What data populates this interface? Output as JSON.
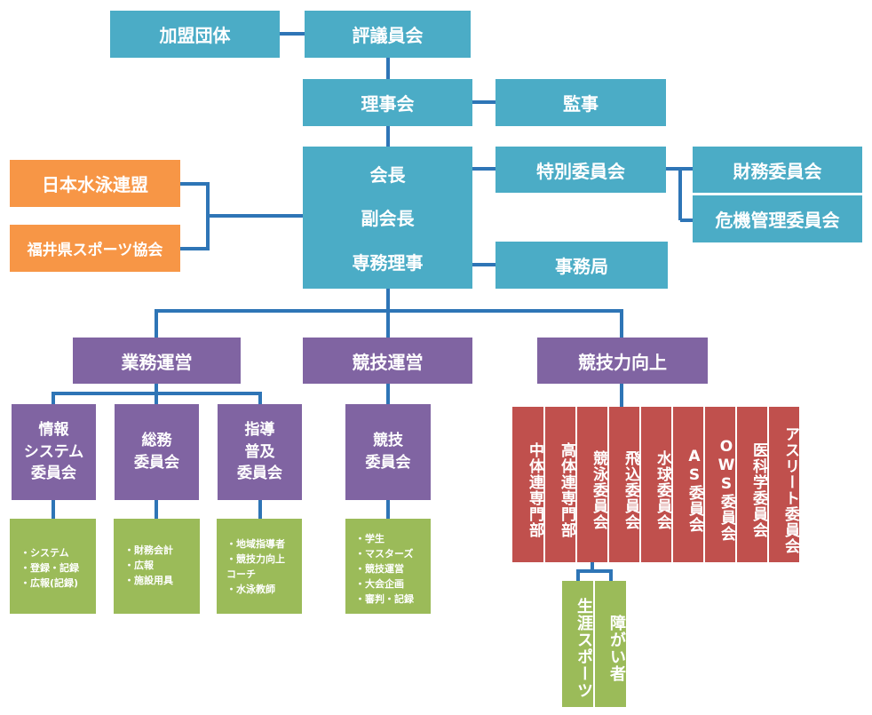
{
  "top": {
    "member_orgs": "加盟団体",
    "council": "評議員会",
    "board": "理事会",
    "auditor": "監事"
  },
  "leaders": {
    "chairman": "会長",
    "vice_chairman": "副会長",
    "managing_director": "専務理事"
  },
  "side": {
    "special_committee": "特別委員会",
    "finance_committee": "財務委員会",
    "crisis_committee": "危機管理委員会",
    "secretariat": "事務局"
  },
  "external": {
    "japan_swimming": "日本水泳連盟",
    "fukui_sports": "福井県スポーツ協会"
  },
  "divisions": {
    "operations": "業務運営",
    "competition_ops": "競技運営",
    "competitiveness": "競技力向上"
  },
  "committees": {
    "info_system": [
      "情報",
      "システム",
      "委員会"
    ],
    "general_affairs": [
      "総務",
      "委員会"
    ],
    "instruction": [
      "指導",
      "普及",
      "委員会"
    ],
    "competition": [
      "競技",
      "委員会"
    ]
  },
  "duties": {
    "info_system": [
      "・システム",
      "・登録・記録",
      "・広報(記録)"
    ],
    "general_affairs": [
      "・財務会計",
      "・広報",
      "・施設用具"
    ],
    "instruction": [
      "・地域指導者",
      "・競技力向上",
      "コーチ",
      "・水泳教師"
    ],
    "competition": [
      "・学生",
      "・マスターズ",
      "・競技運営",
      "・大会企画",
      "・審判・記録"
    ]
  },
  "specialized": [
    "中体連専門部",
    "高体連専門部",
    "競泳委員会",
    "飛込委員会",
    "水球委員会",
    "AS委員会",
    "OWS委員会",
    "医科学委員会",
    "アスリート委員会"
  ],
  "sub_committees": [
    "生涯スポーツ",
    "障がい者"
  ],
  "colors": {
    "teal": "#4bacc6",
    "orange": "#f79646",
    "purple": "#8064a2",
    "red": "#c0504d",
    "green": "#9bbb59",
    "connector": "#2e75b6"
  }
}
